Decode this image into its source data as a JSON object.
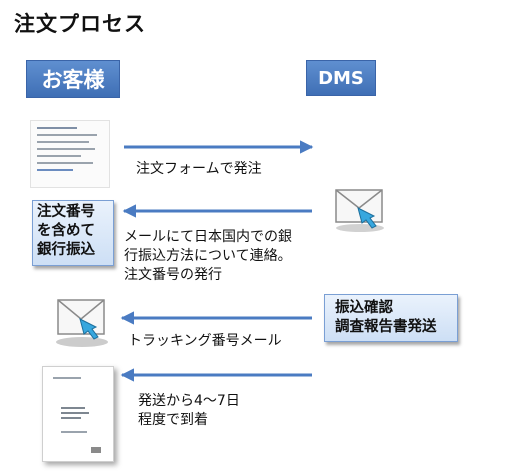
{
  "title": "注文プロセス",
  "actors": {
    "left": "お客様",
    "right": "DMS"
  },
  "steps": [
    {
      "label": "注文フォームで発注"
    },
    {
      "box_lines": [
        "注文番号",
        "を含めて",
        "銀行振込"
      ],
      "label_lines": [
        "メールにて日本国内での銀",
        "行振込方法について連絡。",
        "注文番号の発行"
      ]
    },
    {
      "box_lines": [
        "振込確認",
        "調査報告書発送"
      ],
      "label": "トラッキング番号メール"
    },
    {
      "label_lines": [
        "発送から4～7日",
        "程度で到着"
      ]
    }
  ],
  "colors": {
    "header": "#4a7bc2",
    "arrow": "#4a7bc2",
    "note_border": "#7a9fd4"
  },
  "icons": [
    "order-form-thumbnail",
    "envelope-icon",
    "report-document-icon"
  ]
}
